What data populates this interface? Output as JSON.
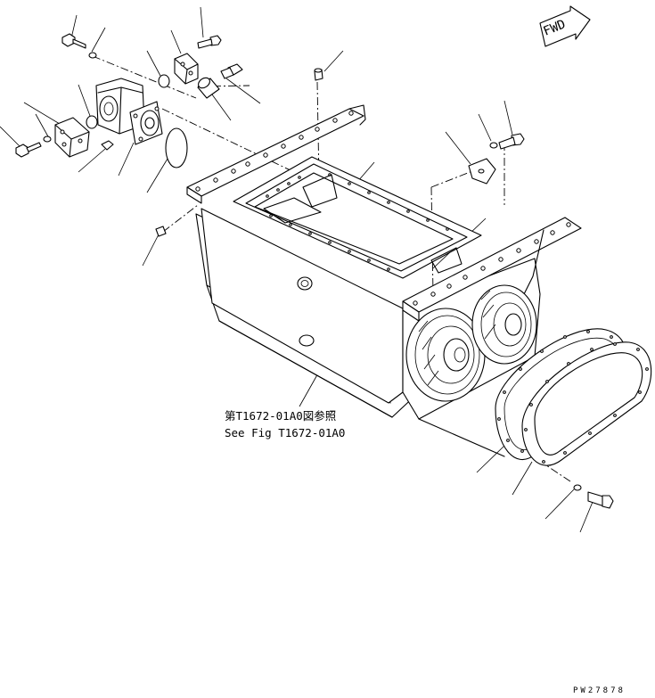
{
  "direction_badge": {
    "text": "FWD"
  },
  "reference_note": {
    "line_jp": "第T1672-01A0図参照",
    "line_en": "See Fig T1672-01A0"
  },
  "drawing_code": "PW27878"
}
